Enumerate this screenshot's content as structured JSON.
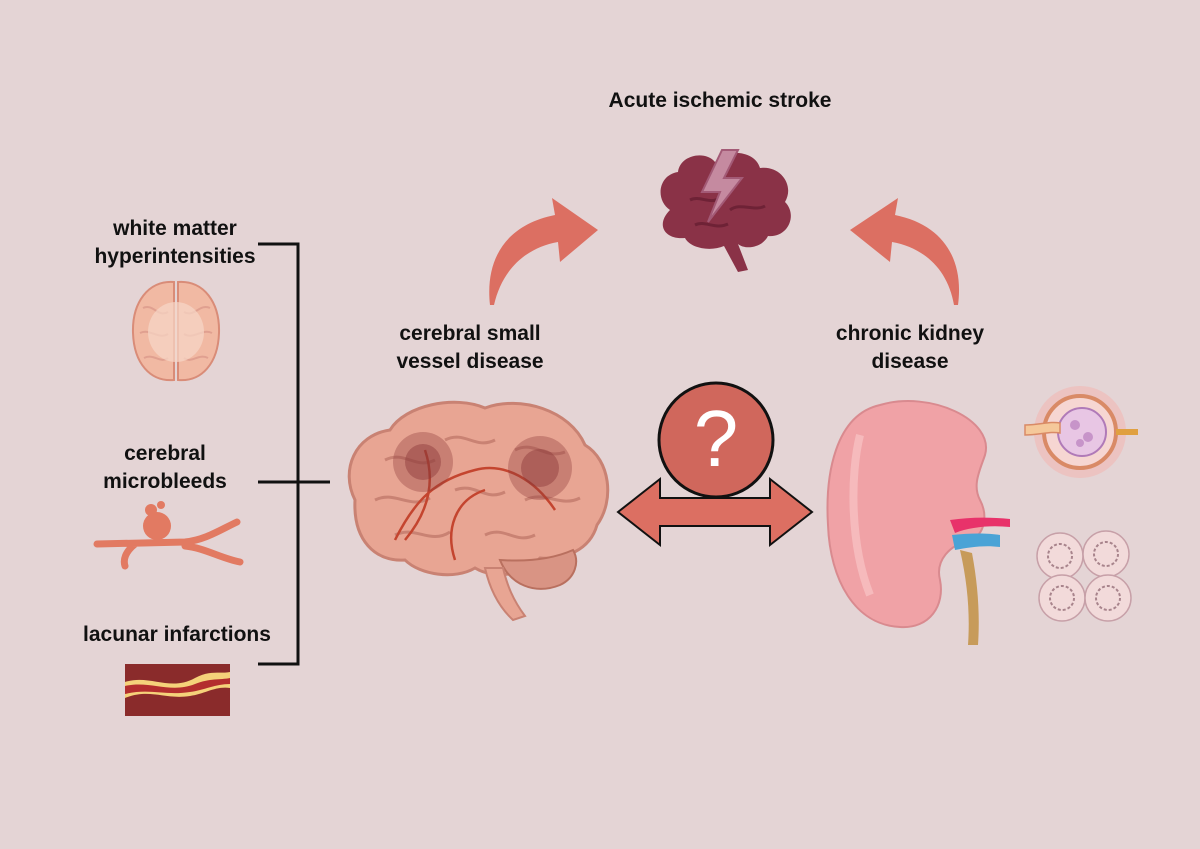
{
  "title": "Acute ischemic stroke",
  "csvd": {
    "line1": "cerebral small",
    "line2": "vessel disease"
  },
  "ckd": {
    "line1": "chronic kidney",
    "line2": "disease"
  },
  "markers": {
    "wmh": {
      "line1": "white matter",
      "line2": "hyperintensities"
    },
    "cmb": {
      "line1": "cerebral",
      "line2": "microbleeds"
    },
    "lacunar": {
      "line1": "lacunar infarctions"
    }
  },
  "question_mark": "?",
  "colors": {
    "background": "#e4d4d5",
    "arrow": "#dc6f62",
    "question_circle": "#d0675c",
    "stroke_brain": "#8a3247",
    "bracket": "#111111"
  },
  "icons": {
    "stroke": "brain-lightning-icon",
    "wmh": "brain-top-view-icon",
    "cmb": "vessel-microbleed-icon",
    "lacunar": "narrowed-artery-icon",
    "csvd": "brain-with-lesions-icon",
    "ckd": "kidney-icon",
    "glomerulus": "glomerulus-icon",
    "tubules": "tubules-cross-section-icon"
  }
}
